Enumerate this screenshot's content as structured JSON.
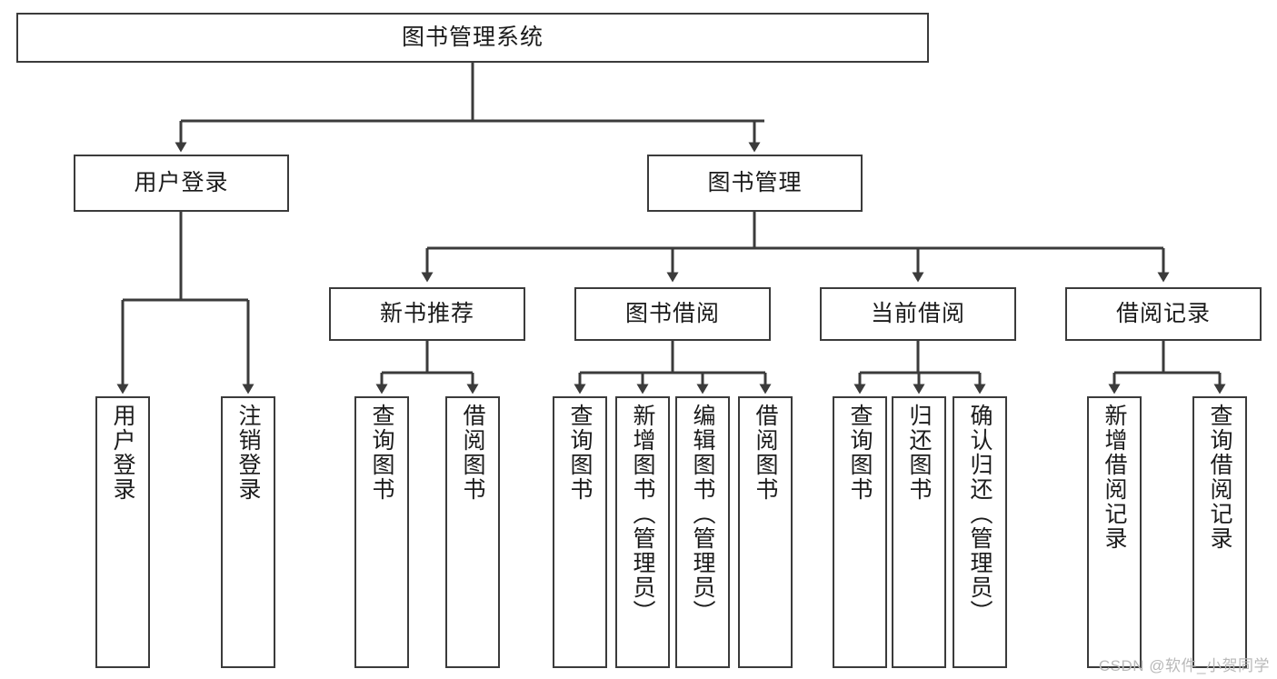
{
  "diagram": {
    "title_node": {
      "label": "图书管理系统"
    },
    "level1": [
      {
        "id": "user-login",
        "label": "用户登录"
      },
      {
        "id": "book-management",
        "label": "图书管理"
      }
    ],
    "level2": [
      {
        "id": "new-book-recommend",
        "label": "新书推荐"
      },
      {
        "id": "book-borrow",
        "label": "图书借阅"
      },
      {
        "id": "current-borrow",
        "label": "当前借阅"
      },
      {
        "id": "borrow-record",
        "label": "借阅记录"
      }
    ],
    "leaves": [
      {
        "id": "leaf-user-login",
        "label": "用户登录",
        "parent": "user-login"
      },
      {
        "id": "leaf-logout-login",
        "label": "注销登录",
        "parent": "user-login"
      },
      {
        "id": "leaf-query-book-1",
        "label": "查询图书",
        "parent": "new-book-recommend"
      },
      {
        "id": "leaf-borrow-book-1",
        "label": "借阅图书",
        "parent": "new-book-recommend"
      },
      {
        "id": "leaf-query-book-2",
        "label": "查询图书",
        "parent": "book-borrow"
      },
      {
        "id": "leaf-add-book",
        "label": "新增图书（管理员）",
        "parent": "book-borrow"
      },
      {
        "id": "leaf-edit-book",
        "label": "编辑图书（管理员）",
        "parent": "book-borrow"
      },
      {
        "id": "leaf-borrow-book-2",
        "label": "借阅图书",
        "parent": "book-borrow"
      },
      {
        "id": "leaf-query-book-3",
        "label": "查询图书",
        "parent": "current-borrow"
      },
      {
        "id": "leaf-return-book",
        "label": "归还图书",
        "parent": "current-borrow"
      },
      {
        "id": "leaf-confirm-return",
        "label": "确认归还（管理员）",
        "parent": "current-borrow"
      },
      {
        "id": "leaf-add-record",
        "label": "新增借阅记录",
        "parent": "borrow-record"
      },
      {
        "id": "leaf-query-record",
        "label": "查询借阅记录",
        "parent": "borrow-record"
      }
    ],
    "watermark": "CSDN @软件_小贺同学",
    "colors": {
      "stroke": "#3b3b3b",
      "fill": "#ffffff",
      "text": "#1b1b1b",
      "watermark": "#b9b9b9"
    }
  }
}
